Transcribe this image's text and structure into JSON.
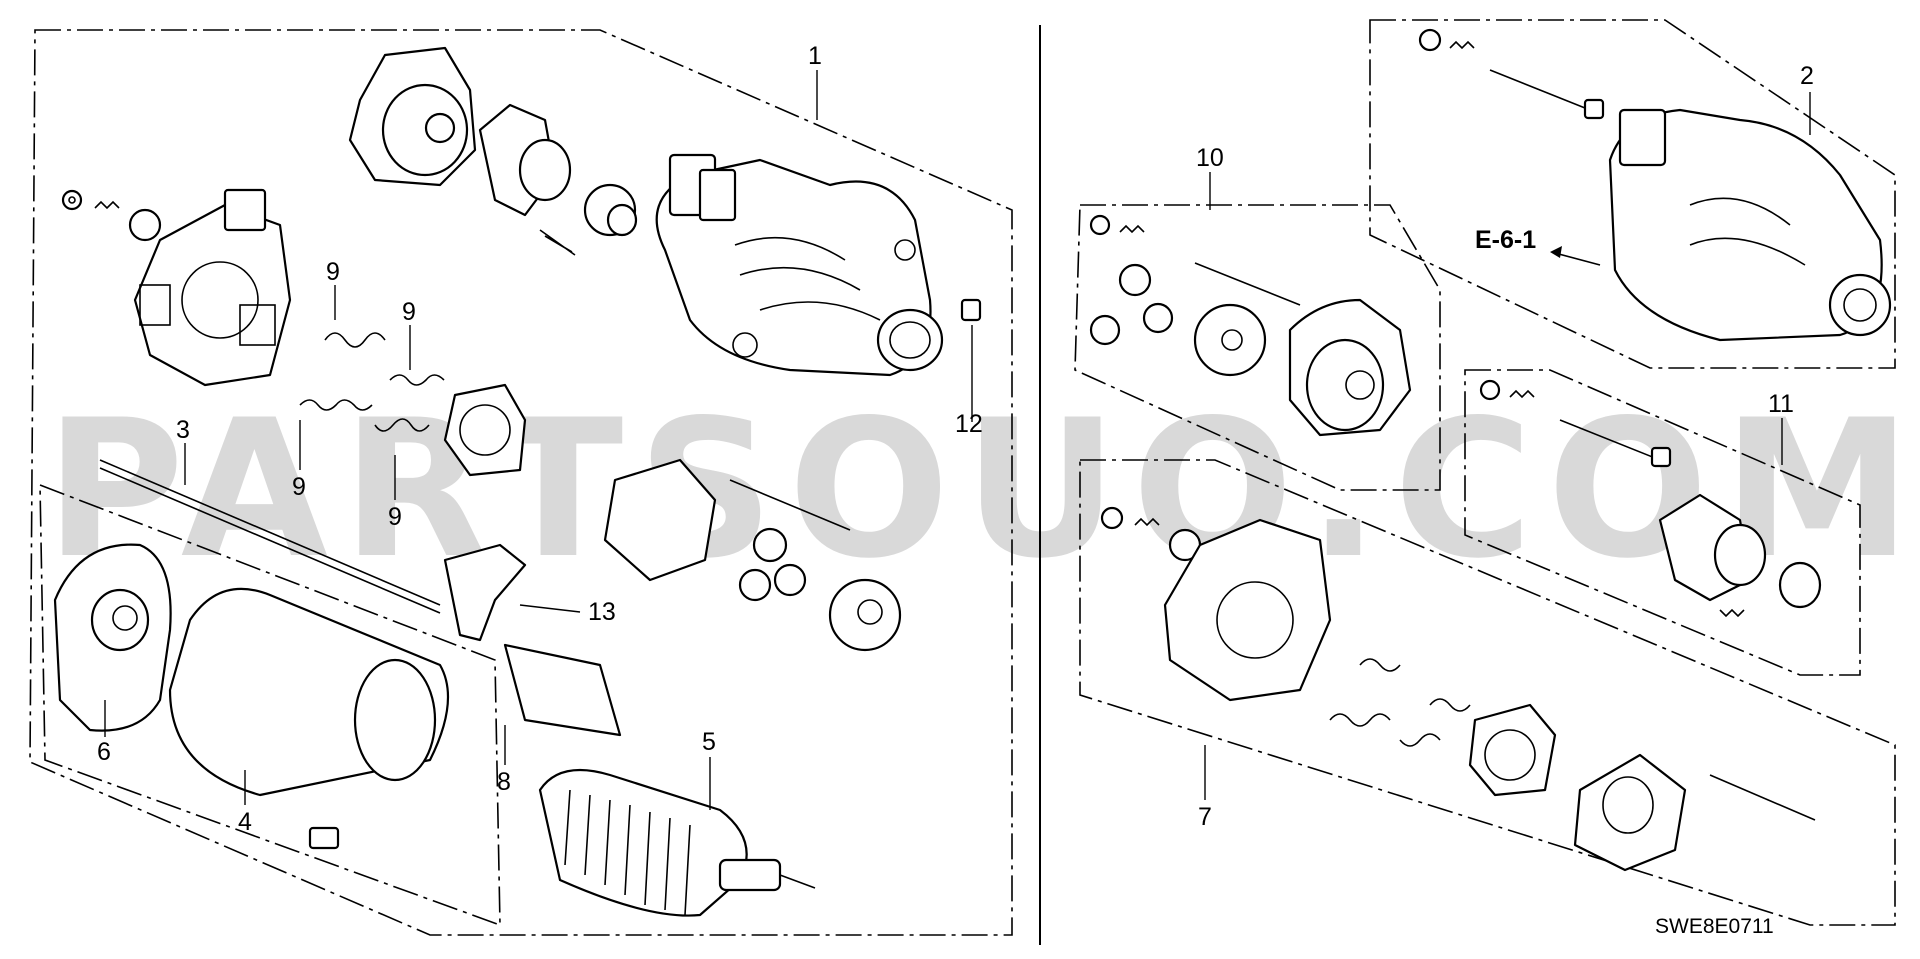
{
  "watermark": "PARTSOUQ.COM",
  "diagram_code": "SWE8E0711",
  "reference_label": "E-6-1",
  "callouts": {
    "c1": "1",
    "c2": "2",
    "c3": "3",
    "c4": "4",
    "c5": "5",
    "c6": "6",
    "c7": "7",
    "c8": "8",
    "c9a": "9",
    "c9b": "9",
    "c9c": "9",
    "c9d": "9",
    "c10": "10",
    "c11": "11",
    "c12": "12",
    "c13": "13"
  }
}
